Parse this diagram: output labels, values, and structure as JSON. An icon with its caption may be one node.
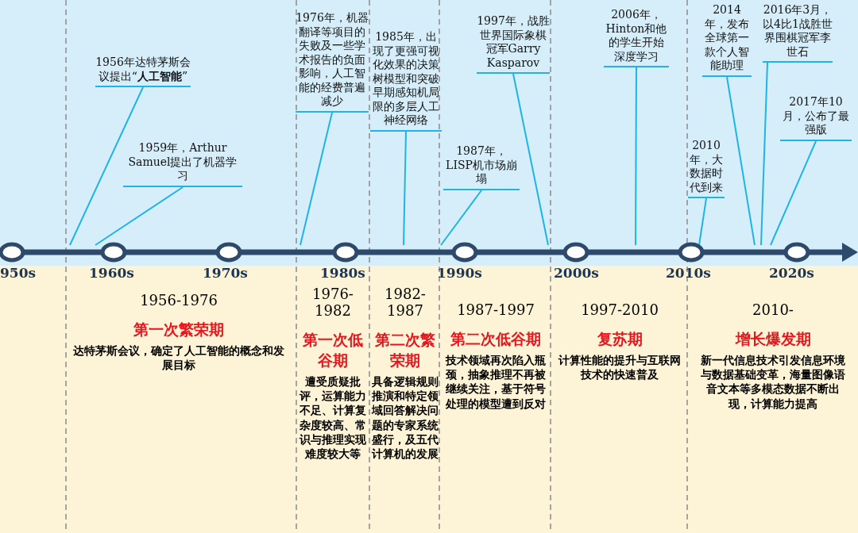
{
  "diagram": {
    "nodes": [
      {
        "text": [
          "1956年达特茅斯会议提出“**人工智能**”"
        ]
      },
      {
        "text": [
          "1959年，Arthur Samuel提出了机器学习"
        ]
      },
      {
        "text": [
          "1976年，机器翻译等项目的失败及一些学术报告的负面影响，人工智能的经费普遍减少"
        ]
      },
      {
        "text": [
          "1985年，出现了更强可视化效果的决策树模型和突破早期感知机局限的多层人工神经网络"
        ]
      },
      {
        "text": [
          "1987年，LISP机市场崩塌"
        ]
      },
      {
        "text": [
          "1997年，战胜世界国际象棋冠军Garry Kasparov"
        ]
      },
      {
        "text": [
          "2006年，Hinton和他的学生开始深度学习"
        ]
      },
      {
        "text": [
          "2010年，大数据时代到来"
        ]
      },
      {
        "text": [
          "2014年，发布全球第一款个人智能助理"
        ]
      },
      {
        "text": [
          "2016年3月，以4比1战胜世界围棋冠军李世石"
        ]
      },
      {
        "text": [
          "2017年10月，公布了最强版"
        ]
      },
      {
        "text": [
          "1956-1976",
          "第一次繁荣期",
          "达特茅斯会议，确定了人工智能的概念和发展目标"
        ]
      },
      {
        "text": [
          "1976-1982",
          "第一次低谷期",
          "遭受质疑批评，运算能力不足、计算复杂度较高、常识与推理实现难度较大等"
        ]
      },
      {
        "text": [
          "1982-1987",
          "第二次繁荣期",
          "具备逻辑规则推演和特定领域回答解决问题的专家系统盛行，及五代计算机的发展"
        ]
      },
      {
        "text": [
          "1987-1997",
          "第二次低谷期",
          "技术领域再次陷入瓶颈，抽象推理不再被继续关注，基于符号处理的模型遭到反对"
        ]
      },
      {
        "text": [
          "1997-2010",
          "复苏期",
          "计算性能的提升与互联网技术的快速普及"
        ]
      },
      {
        "text": [
          "2010-",
          "增长爆发期",
          "新一代信息技术引发信息环境与数据基础变革，海量图像语音文本等多模态数据不断出现，计算能力提高"
        ]
      }
    ],
    "edges": [
      {
        "from": 0,
        "to": null,
        "arrow": "none"
      },
      {
        "from": 1,
        "to": null,
        "arrow": "none"
      },
      {
        "from": 2,
        "to": null,
        "arrow": "none"
      },
      {
        "from": 3,
        "to": null,
        "arrow": "none"
      },
      {
        "from": 4,
        "to": null,
        "arrow": "none"
      },
      {
        "from": 5,
        "to": null,
        "arrow": "none"
      },
      {
        "from": 6,
        "to": null,
        "arrow": "none"
      },
      {
        "from": 7,
        "to": null,
        "arrow": "none"
      },
      {
        "from": 8,
        "to": null,
        "arrow": "none"
      },
      {
        "from": 9,
        "to": null,
        "arrow": "none"
      },
      {
        "from": 10,
        "to": null,
        "arrow": "none"
      }
    ],
    "labels": [
      "950s",
      "1960s",
      "1970s",
      "1980s",
      "1990s",
      "2000s",
      "2010s",
      "2020s"
    ]
  }
}
